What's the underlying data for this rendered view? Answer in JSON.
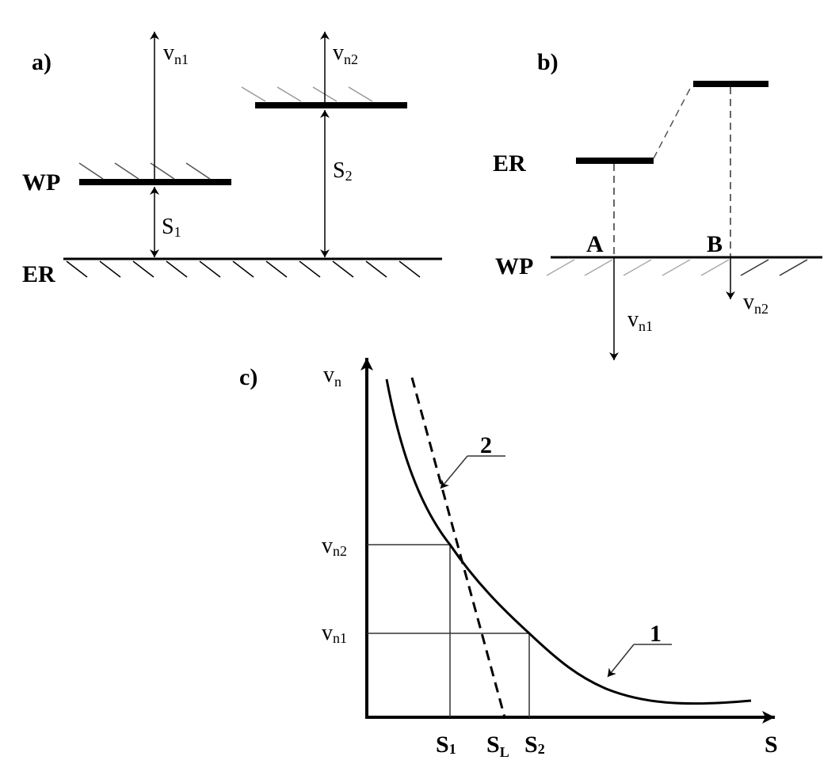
{
  "panel_a": {
    "title": "a)",
    "labels": {
      "wp": "WP",
      "er": "ER",
      "s1": "S",
      "s1_sub": "1",
      "s2": "S",
      "s2_sub": "2",
      "vn1": "v",
      "vn1_sub": "n1",
      "vn2": "v",
      "vn2_sub": "n2"
    }
  },
  "panel_b": {
    "title": "b)",
    "labels": {
      "er": "ER",
      "wp": "WP",
      "a": "A",
      "b": "B",
      "vn1": "v",
      "vn1_sub": "n1",
      "vn2": "v",
      "vn2_sub": "n2"
    }
  },
  "panel_c": {
    "title": "c)",
    "y_axis": {
      "label": "v",
      "label_sub": "n"
    },
    "x_axis": {
      "label": "S"
    },
    "y_ticks": [
      {
        "label": "v",
        "sub": "n2"
      },
      {
        "label": "v",
        "sub": "n1"
      }
    ],
    "x_ticks": [
      {
        "label": "S",
        "sub": "1"
      },
      {
        "label": "S",
        "sub": "L"
      },
      {
        "label": "S",
        "sub": "2"
      }
    ],
    "curve_labels": {
      "curve1": "1",
      "curve2": "2"
    }
  },
  "colors": {
    "line": "#000000",
    "hatch_light": "#999999",
    "background": "#ffffff"
  }
}
